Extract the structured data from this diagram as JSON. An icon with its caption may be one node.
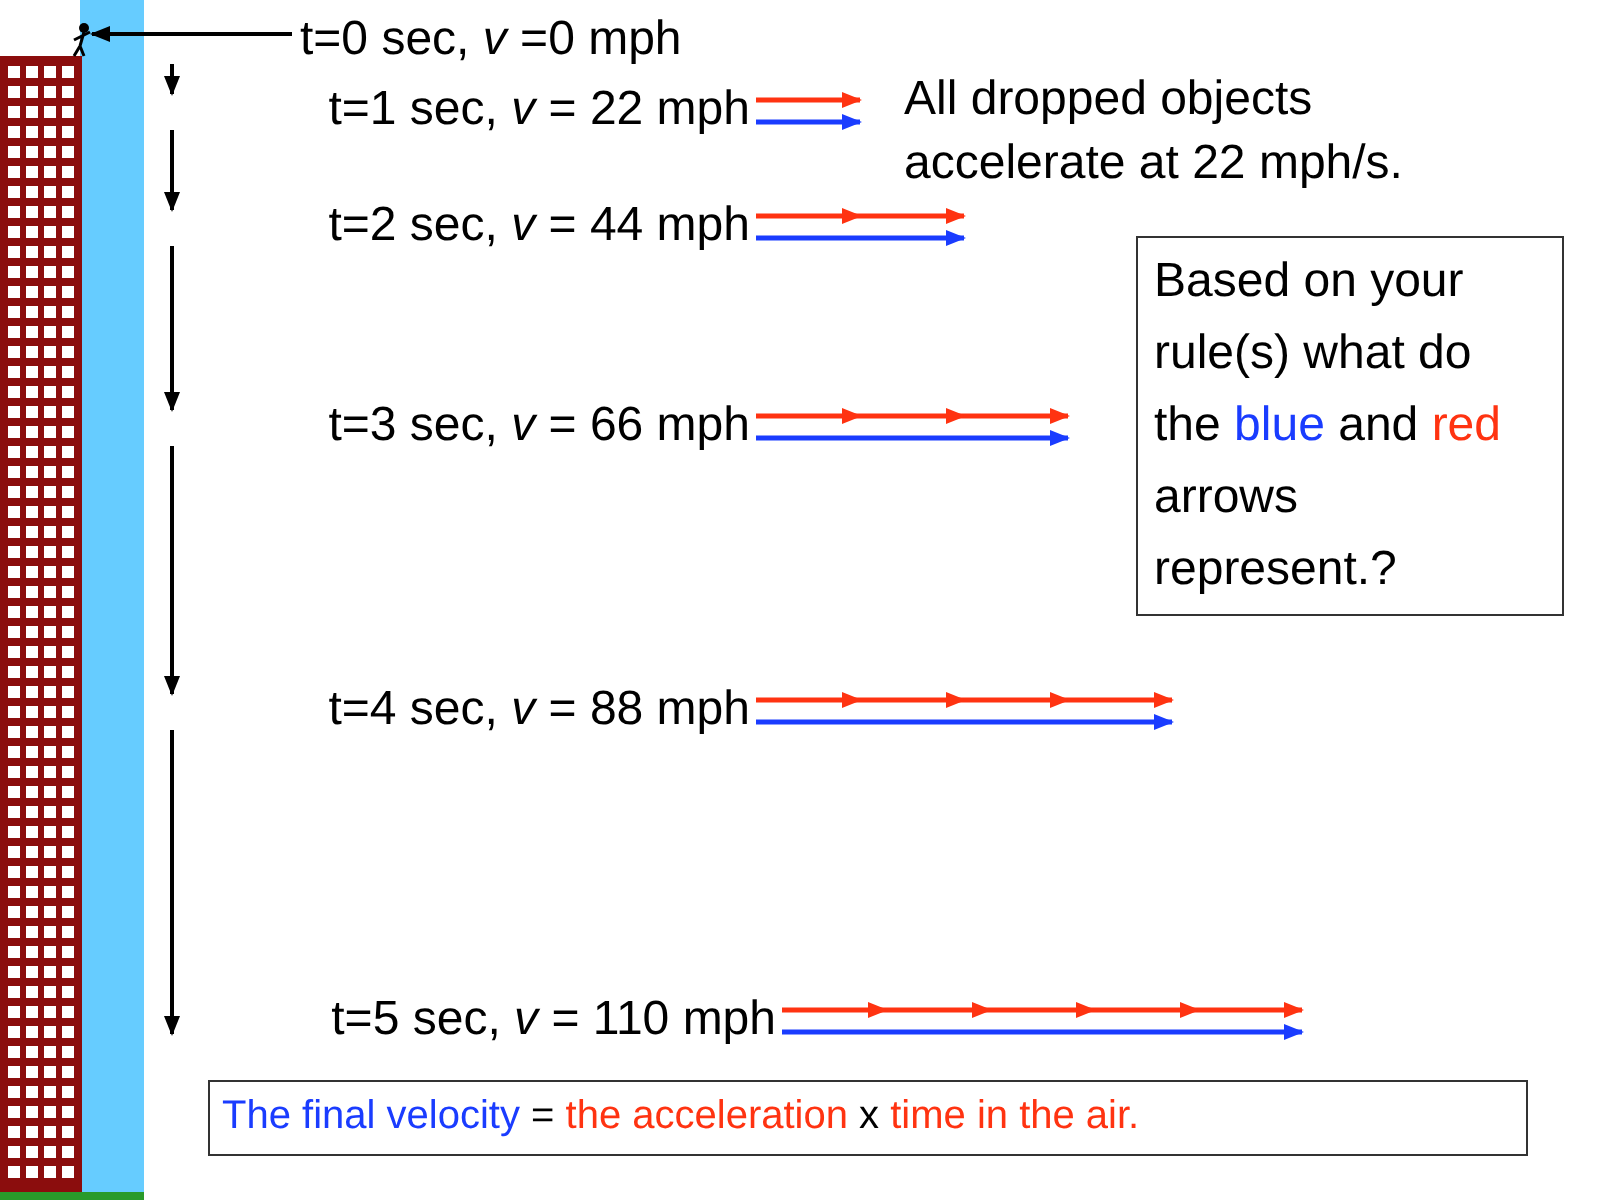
{
  "diagram": {
    "nodes": [
      {
        "text": [
          "t=0 sec, *v* =0 mph"
        ]
      },
      {
        "text": [],
        "shape": "person"
      },
      {
        "text": [
          "Based on your rule(s) what do the",
          "blue",
          "and",
          "red",
          "arrows represent.?"
        ]
      },
      {
        "text": [
          "The final velocity",
          "=",
          "the acceleration",
          "x",
          "time in the air."
        ]
      }
    ],
    "edges": [
      {
        "from": 0,
        "to": 1,
        "arrow": "to"
      }
    ],
    "labels": [
      "t=1 sec, *v* = 22 mph",
      "All dropped objects accelerate at 22 mph/s.",
      "t=2 sec, *v* = 44 mph",
      "t=3 sec, *v* = 66 mph",
      "t=4 sec, *v* = 88 mph",
      "t=5 sec, *v* = 110 mph"
    ]
  }
}
